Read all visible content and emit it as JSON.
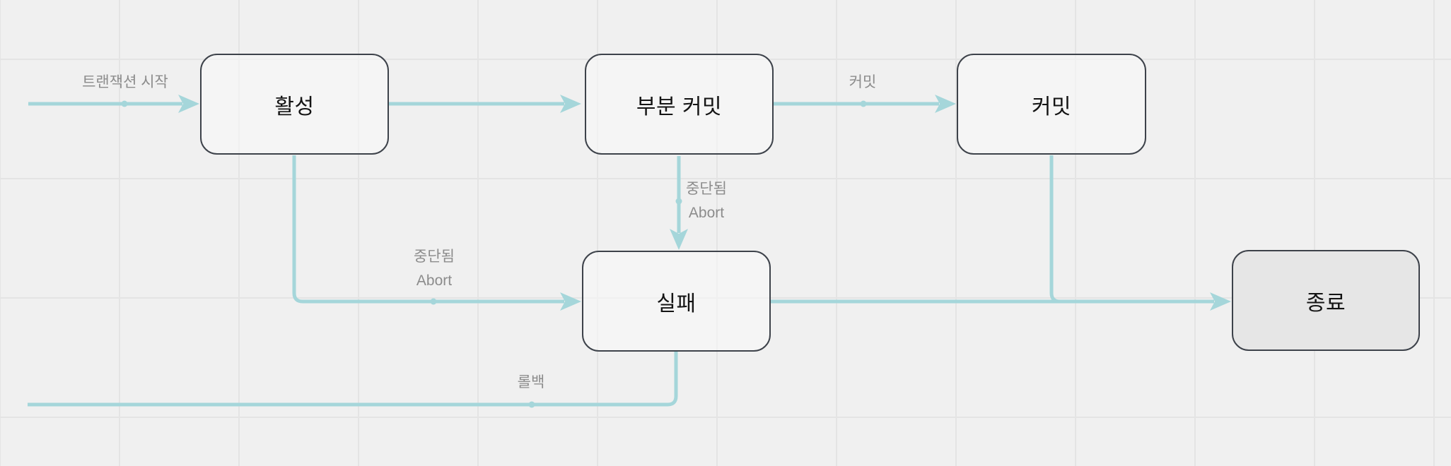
{
  "diagram": {
    "nodes": [
      {
        "id": "active",
        "label": "활성"
      },
      {
        "id": "partially-committed",
        "label": "부분 커밋"
      },
      {
        "id": "committed",
        "label": "커밋"
      },
      {
        "id": "failed",
        "label": "실패"
      },
      {
        "id": "terminated",
        "label": "종료"
      }
    ],
    "edges": [
      {
        "from": "start",
        "to": "active",
        "label": "트랜잭션 시작"
      },
      {
        "from": "active",
        "to": "partially-committed",
        "label": ""
      },
      {
        "from": "partially-committed",
        "to": "committed",
        "label": "커밋"
      },
      {
        "from": "partially-committed",
        "to": "failed",
        "label": "중단됨",
        "sublabel": "Abort"
      },
      {
        "from": "active",
        "to": "failed",
        "label": "중단됨",
        "sublabel": "Abort"
      },
      {
        "from": "failed",
        "to": "terminated",
        "label": ""
      },
      {
        "from": "committed",
        "to": "terminated",
        "label": ""
      },
      {
        "from": "failed",
        "to": "offscreen-left",
        "label": "롤백"
      }
    ]
  },
  "colors": {
    "background": "#f0f0f0",
    "grid_line": "#e4e4e4",
    "edge_teal": "#a5d6da",
    "node_border": "#3d424a",
    "node_fill": "#f4f4f4",
    "terminated_fill": "#e6e6e6",
    "node_text": "#141414",
    "edge_label_gray": "#8c8c8c"
  }
}
